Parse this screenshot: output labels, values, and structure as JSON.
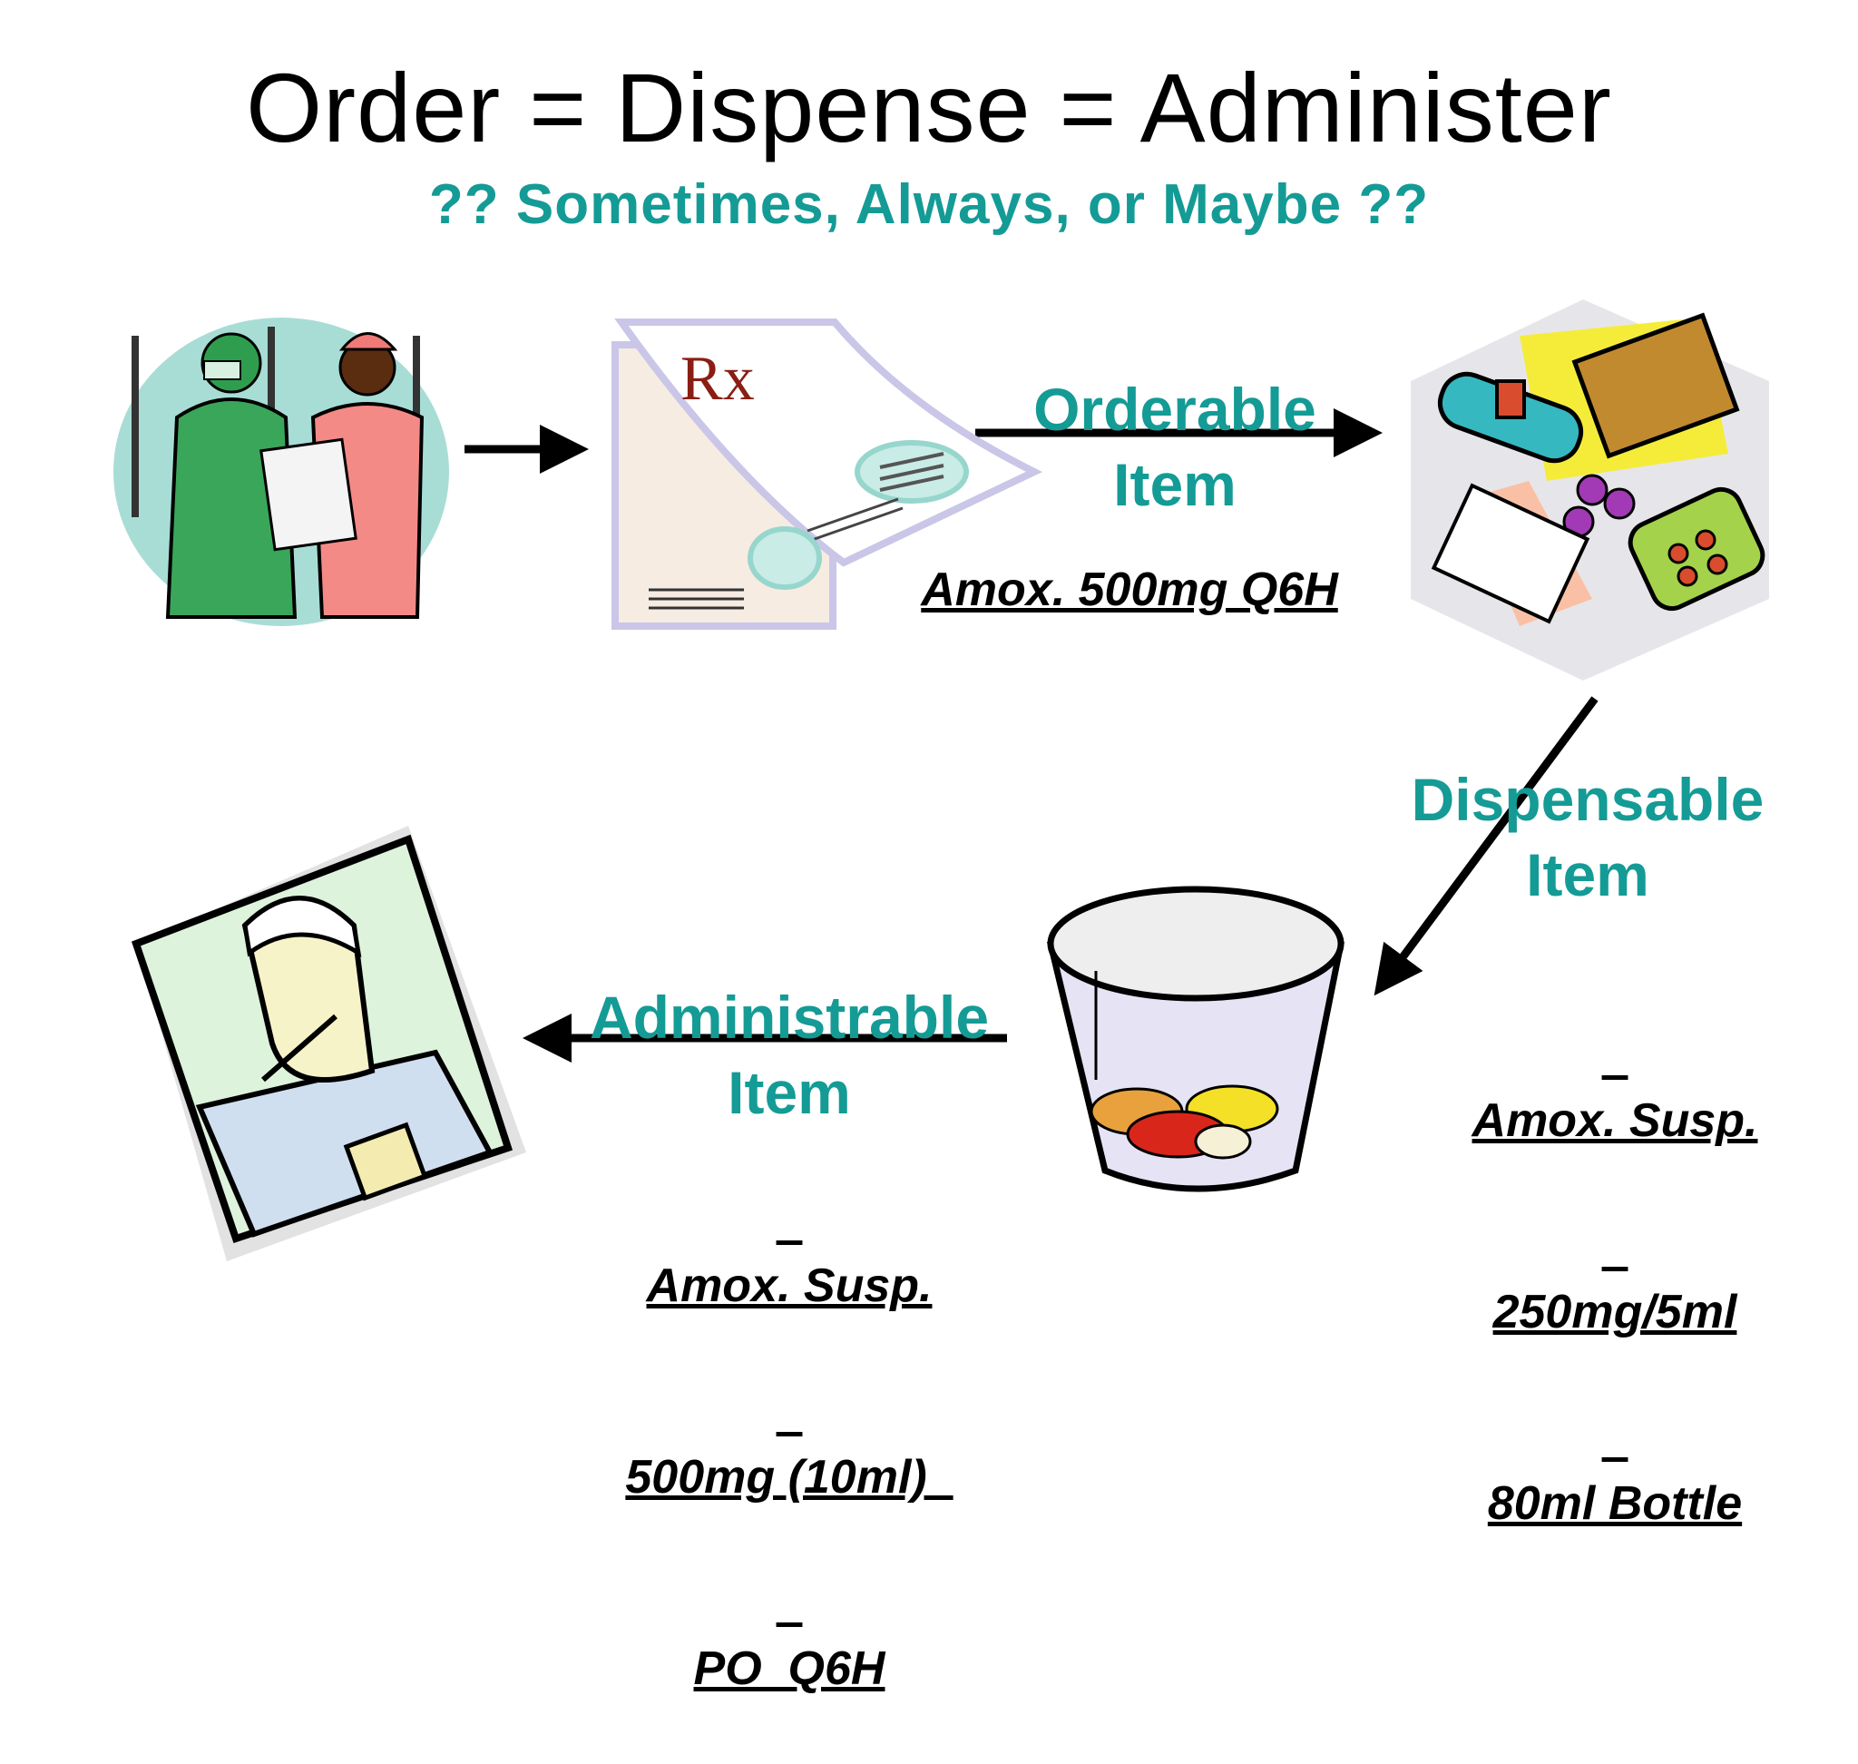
{
  "title": "Order = Dispense = Administer",
  "subtitle": "?? Sometimes, Always, or Maybe ??",
  "orderable": {
    "label_line1": "Orderable",
    "label_line2": "Item",
    "example": "Amox. 500mg Q6H"
  },
  "dispensable": {
    "label_line1": "Dispensable",
    "label_line2": "Item",
    "example_lines": [
      "Amox. Susp.",
      "250mg/5ml",
      "80ml Bottle"
    ]
  },
  "administrable": {
    "label_line1": "Administrable",
    "label_line2": "Item",
    "example_lines": [
      "Amox. Susp.",
      "500mg (10ml)  ",
      "PO  Q6H"
    ]
  },
  "icons": {
    "clinicians": "doctor-and-nurse-icon",
    "prescription": "rx-prescription-icon",
    "medications": "medications-pile-icon",
    "pill_cup": "pill-cup-icon",
    "patient": "sick-patient-icon",
    "rx_letters": "Rx"
  },
  "colors": {
    "accent": "#149b95",
    "text": "#000000"
  }
}
